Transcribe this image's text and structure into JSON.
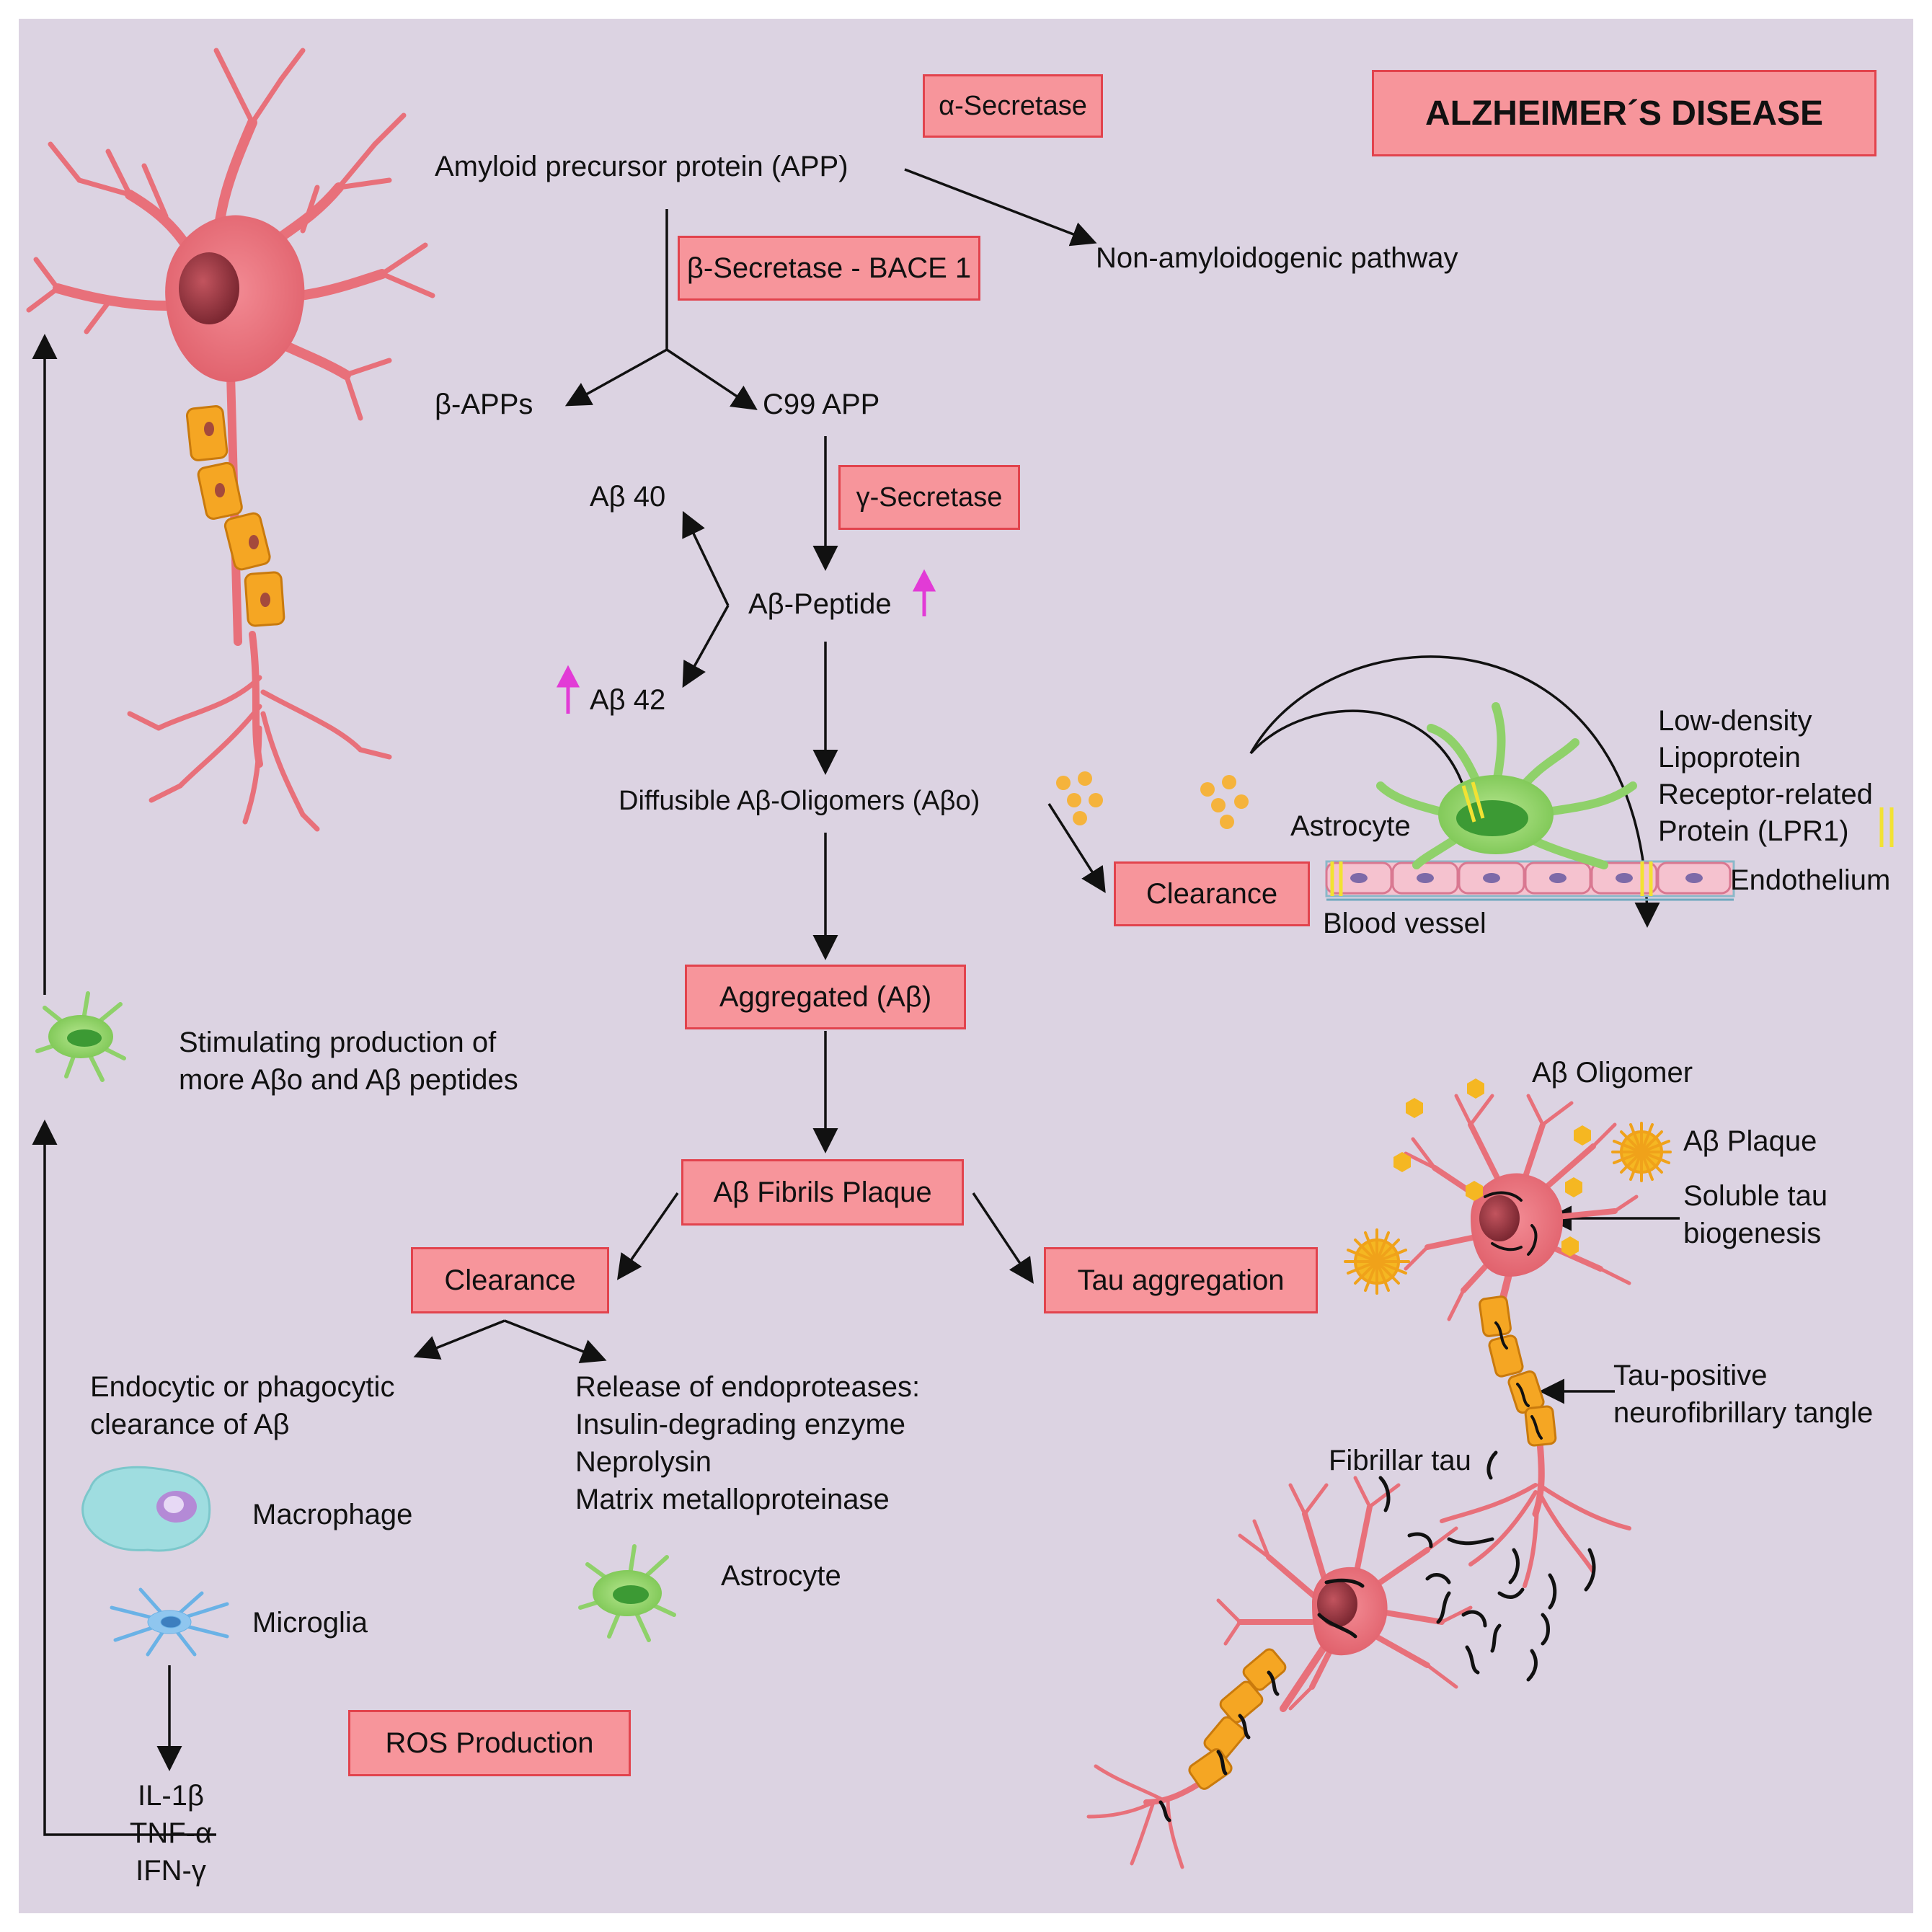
{
  "title": "ALZHEIMER´S DISEASE",
  "enzymes": {
    "alpha": "α-Secretase",
    "beta": "β-Secretase - BACE 1",
    "gamma": "γ-Secretase"
  },
  "pathway": {
    "app": "Amyloid precursor protein (APP)",
    "non_amyloid": "Non-amyloidogenic pathway",
    "b_apps": "β-APPs",
    "c99": "C99 APP",
    "ab40": "Aβ 40",
    "ab42": "Aβ 42",
    "peptide": "Aβ-Peptide",
    "oligomers": "Diffusible Aβ-Oligomers (Aβo)",
    "aggregated": "Aggregated (Aβ)",
    "fibrils": "Aβ Fibrils Plaque",
    "clearance_left": "Clearance",
    "tau_aggregation": "Tau aggregation",
    "clearance_right": "Clearance"
  },
  "vessel": {
    "astrocyte": "Astrocyte",
    "blood_vessel": "Blood vessel",
    "endothelium": "Endothelium",
    "lrp": "Low-density\nLipoprotein\nReceptor-related\nProtein (LPR1)"
  },
  "left_loop": {
    "stimulating": "Stimulating production of\nmore Aβo and Aβ peptides",
    "cytokines": "IL-1β\nTNF-α\nIFN-γ"
  },
  "clearance_branch": {
    "endocytic": "Endocytic or phagocytic\nclearance of  Aβ",
    "release": "Release of endoproteases:\nInsulin-degrading enzyme\nNeprolysin\nMatrix metalloproteinase",
    "macrophage": "Macrophage",
    "microglia": "Microglia",
    "astrocyte": "Astrocyte",
    "ros": "ROS Production"
  },
  "neuron_labels": {
    "oligomer": "Aβ Oligomer",
    "plaque": "Aβ Plaque",
    "soluble_tau": "Soluble tau\nbiogenesis",
    "tangle": "Tau-positive\nneurofibrillary tangle",
    "fibrillar": "Fibrillar tau"
  },
  "colors": {
    "background": "#dcd3e2",
    "box_fill": "#f7959b",
    "box_border": "#e2434d",
    "neuron": "#e8707a",
    "myelin": "#f5a623",
    "astrocyte": "#8fd16a",
    "macrophage": "#9fdde0",
    "microglia": "#6ab2e6",
    "up_arrow": "#e23bd6"
  }
}
